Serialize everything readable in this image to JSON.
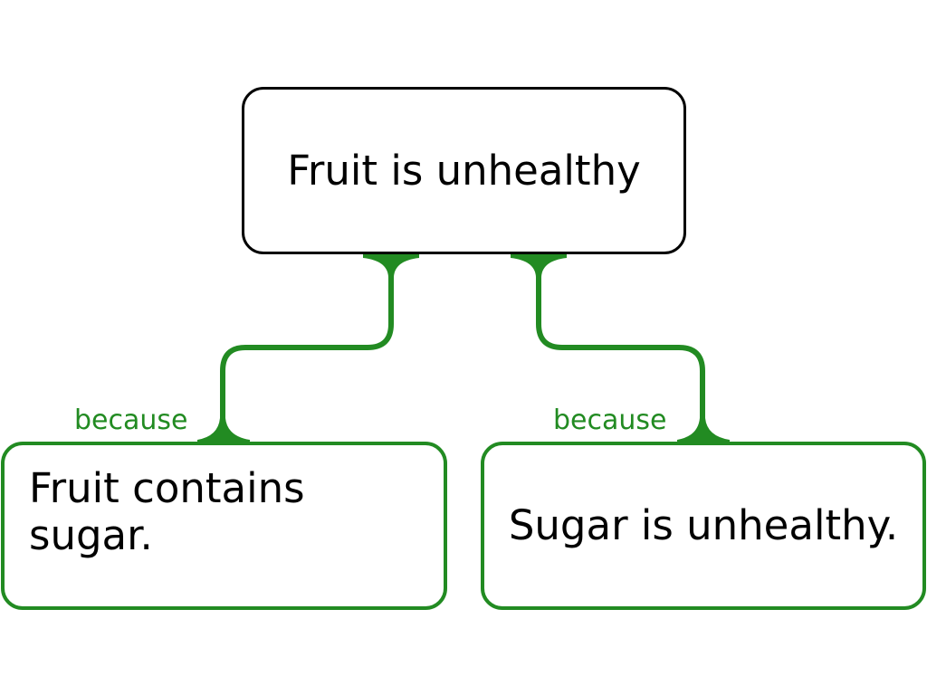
{
  "claim": {
    "text": "Fruit is unhealthy"
  },
  "premises": [
    {
      "text": "Fruit contains sugar.",
      "connector_label": "because"
    },
    {
      "text": "Sugar is unhealthy.",
      "connector_label": "because"
    }
  ],
  "colors": {
    "claim_border": "#000000",
    "premise_border": "#228b22",
    "connector": "#228b22",
    "connector_label": "#228b22"
  }
}
